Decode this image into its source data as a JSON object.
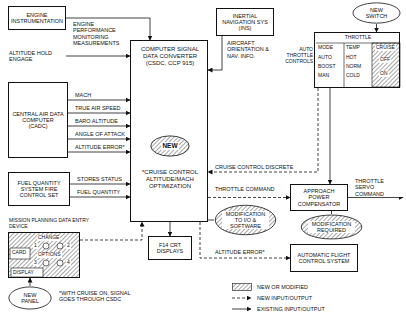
{
  "diagram": {
    "nodes": [
      {
        "text": [
          "ENGINE INSTRUMENTATION"
        ]
      },
      {
        "text": [
          "CENTRAL AIR DATA COMPUTER (CADC)"
        ]
      },
      {
        "text": [
          "FUEL QUANTITY SYSTEM FIRE CONTROL SET"
        ]
      },
      {
        "text": [
          "COMPUTER SIGNAL DATA CONVERTER (CSDC, CCP 915)",
          "*CRUISE CONTROL ALTITUDE/MACH OPTIMIZATION"
        ]
      },
      {
        "text": [
          "NEW"
        ],
        "in": 3
      },
      {
        "text": [
          "INERTIAL NAVIGATION SYS (INS)"
        ]
      },
      {
        "text": [
          "AUTO THROTTLE CONTROLS",
          "THROTTLE",
          "MODE",
          "AUTO",
          "BOOST",
          "MAN",
          "TEMP",
          "HOT",
          "NORM",
          "COLD",
          "CRUISE",
          "OFF",
          "ON"
        ]
      },
      {
        "text": [
          "NEW SWITCH"
        ]
      },
      {
        "text": [
          "MISSION PLANNING DATA ENTRY DEVICE",
          "CARD",
          "CHANGE",
          "1",
          "2",
          "OPTIONS",
          "3",
          "4",
          "DISPLAY"
        ]
      },
      {
        "text": [
          "NEW PANEL"
        ]
      },
      {
        "text": [
          "APPROACH POWER COMPENSATOR"
        ]
      },
      {
        "text": [
          "MODIFICATION REQUIRED"
        ]
      },
      {
        "text": [
          "MODIFICATION TO I/O & SOFTWARE"
        ]
      },
      {
        "text": [
          "F14 CRT DISPLAYS"
        ]
      },
      {
        "text": [
          "AUTOMATIC FLIGHT CONTROL SYSTEM"
        ]
      }
    ],
    "edges": [
      {
        "from": 0,
        "to": 3,
        "label": "ENGINE PERFORMANCE MONITORING MEASUREMENTS",
        "arrow": "to"
      },
      {
        "from": 1,
        "to": 3,
        "label": "MACH",
        "arrow": "to"
      },
      {
        "from": 1,
        "to": 3,
        "label": "TRUE AIR SPEED",
        "arrow": "to"
      },
      {
        "from": 1,
        "to": 3,
        "label": "BARO ALTITUDE",
        "arrow": "to"
      },
      {
        "from": 1,
        "to": 3,
        "label": "ANGLE OF ATTACK",
        "arrow": "to"
      },
      {
        "from": 1,
        "to": 3,
        "label": "ALTITUDE ERROR*",
        "arrow": "to"
      },
      {
        "from": 2,
        "to": 3,
        "label": "STORES STATUS",
        "arrow": "to"
      },
      {
        "from": 2,
        "to": 3,
        "label": "FUEL QUANTITY",
        "arrow": "to"
      },
      {
        "from": 5,
        "to": 3,
        "label": "AIRCRAFT ORIENTATION & NAV. INFO.",
        "arrow": "to"
      },
      {
        "from": 8,
        "to": 3,
        "arrow": "to"
      },
      {
        "from": 3,
        "to": 13,
        "arrow": "to"
      },
      {
        "from": 6,
        "to": 3,
        "label": "CRUISE CONTROL DISCRETE",
        "arrow": "to"
      },
      {
        "from": 3,
        "to": 10,
        "label": "THROTTLE COMMAND",
        "arrow": "to"
      },
      {
        "from": 3,
        "to": 14,
        "label": "ALTITUDE ERROR*",
        "arrow": "to"
      },
      {
        "from": 6,
        "to": 10,
        "arrow": "to"
      },
      {
        "from": 7,
        "to": 6,
        "arrow": "to"
      },
      {
        "from": 9,
        "to": 8,
        "arrow": "to"
      },
      {
        "from": 11,
        "to": 10,
        "arrow": "none"
      },
      {
        "from": 12,
        "to": 3,
        "arrow": "none"
      }
    ],
    "labels": [
      "ALTITUDE HOLD ENGAGE",
      "THROTTLE SERVO COMMAND",
      "*WITH CRUISE ON, SIGNAL GOES THROUGH CSDC"
    ],
    "legend": [
      {
        "text": "NEW OR MODIFIED"
      },
      {
        "text": "NEW INPUT/OUTPUT"
      },
      {
        "text": "EXISTING INPUT/OUTPUT"
      }
    ]
  }
}
